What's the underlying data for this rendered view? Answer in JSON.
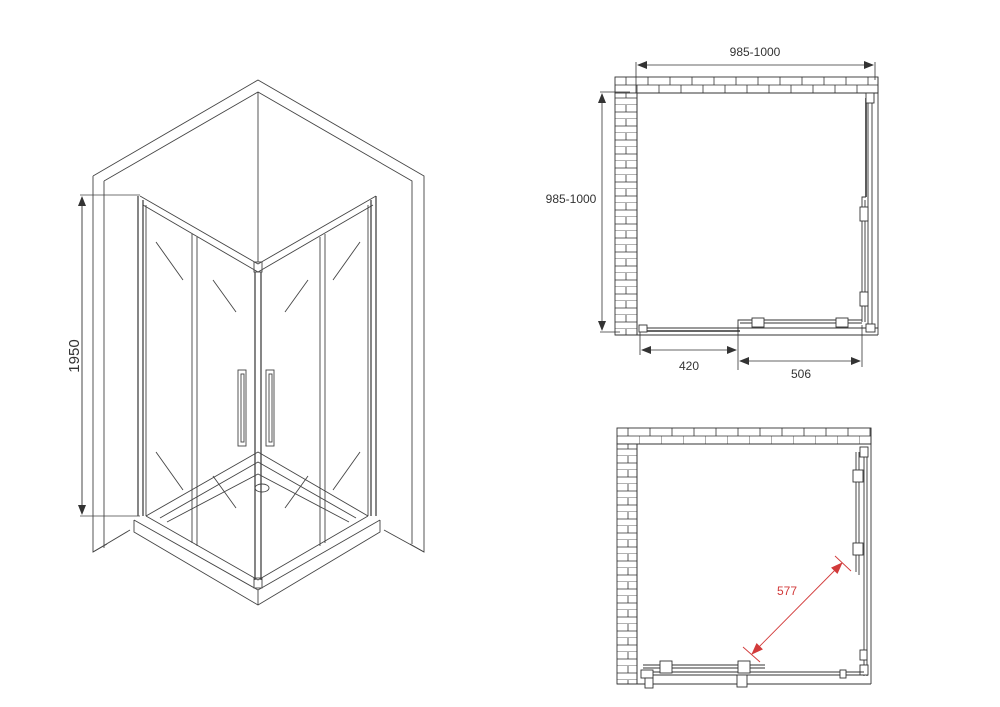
{
  "diagram": {
    "subject": "Square corner shower enclosure with two sliding doors",
    "views": {
      "isometric": {
        "height_label": "1950"
      },
      "plan_top": {
        "width_label": "985-1000",
        "depth_label": "985-1000",
        "fixed_panel_label": "420",
        "sliding_panel_label": "506"
      },
      "plan_bottom": {
        "entry_label": "577"
      }
    },
    "colors": {
      "line": "#333333",
      "accent": "#d23a3a",
      "background": "#ffffff"
    }
  }
}
